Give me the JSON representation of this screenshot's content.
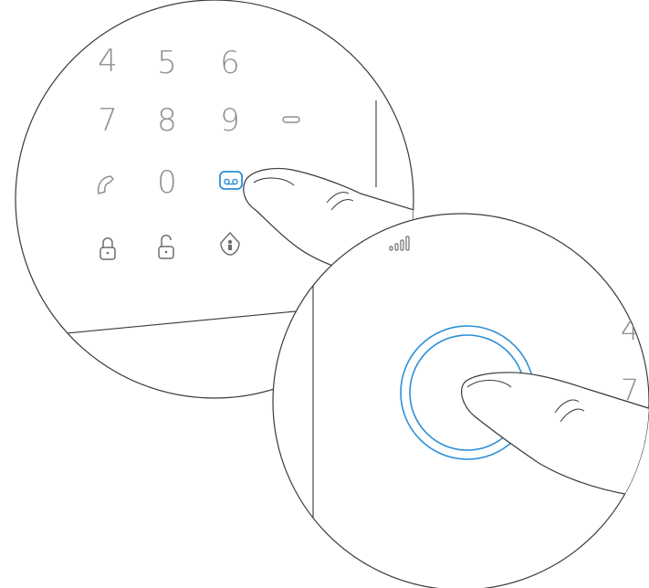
{
  "keypad": {
    "rows": [
      [
        "4",
        "5",
        "6"
      ],
      [
        "7",
        "8",
        "9"
      ],
      [
        "0"
      ]
    ]
  },
  "zoom_circle": {
    "edge_digits": [
      "4",
      "7"
    ]
  },
  "colors": {
    "line": "#3a3a3a",
    "digit": "#8f8f8f",
    "accent": "#2b8fd6",
    "background": "#ffffff"
  },
  "icons": {
    "keypad": [
      "dash-icon",
      "phone-icon",
      "voicemail-icon",
      "lock-icon",
      "unlock-icon",
      "home-icon"
    ],
    "status": "signal-icon"
  }
}
